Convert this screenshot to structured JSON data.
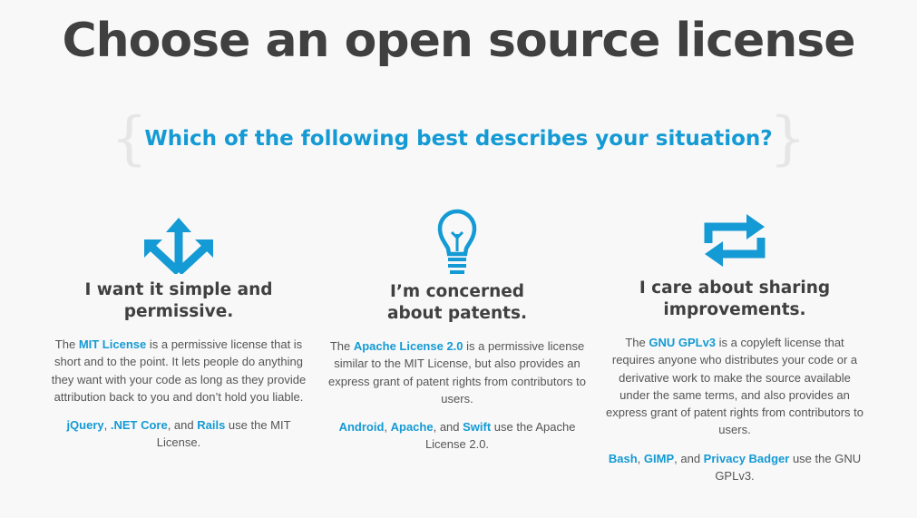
{
  "title": "Choose an open source license",
  "question": "Which of the following best describes your situation?",
  "columns": [
    {
      "icon": "arrows-outward-icon",
      "heading_line1": "I want it simple and",
      "heading_line2": "permissive.",
      "desc_pre": "The ",
      "license_link": "MIT License",
      "desc_post": " is a permissive license that is short and to the point. It lets people do anything they want with your code as long as they provide attribution back to you and don’t hold you liable.",
      "examples": [
        "jQuery",
        ".NET Core",
        "Rails"
      ],
      "sep1": ", ",
      "sep2": ", and ",
      "examples_post": " use the MIT License."
    },
    {
      "icon": "lightbulb-icon",
      "heading_line1": "I’m concerned",
      "heading_line2": "about patents.",
      "desc_pre": "The ",
      "license_link": "Apache License 2.0",
      "desc_post": " is a permissive license similar to the MIT License, but also provides an express grant of patent rights from contributors to users.",
      "examples": [
        "Android",
        "Apache",
        "Swift"
      ],
      "sep1": ", ",
      "sep2": ", and ",
      "examples_post": " use the Apache License 2.0."
    },
    {
      "icon": "repeat-arrows-icon",
      "heading_line1": "I care about sharing",
      "heading_line2": "improvements.",
      "desc_pre": "The ",
      "license_link": "GNU GPLv3",
      "desc_post": " is a copyleft license that requires anyone who distributes your code or a derivative work to make the source available under the same terms, and also provides an express grant of patent rights from contributors to users.",
      "examples": [
        "Bash",
        "GIMP",
        "Privacy Badger"
      ],
      "sep1": ", ",
      "sep2": ", and ",
      "examples_post": " use the GNU GPLv3."
    }
  ],
  "colors": {
    "accent": "#149ad4",
    "title": "#404040",
    "text": "#555555",
    "background": "#f8f8f8"
  }
}
